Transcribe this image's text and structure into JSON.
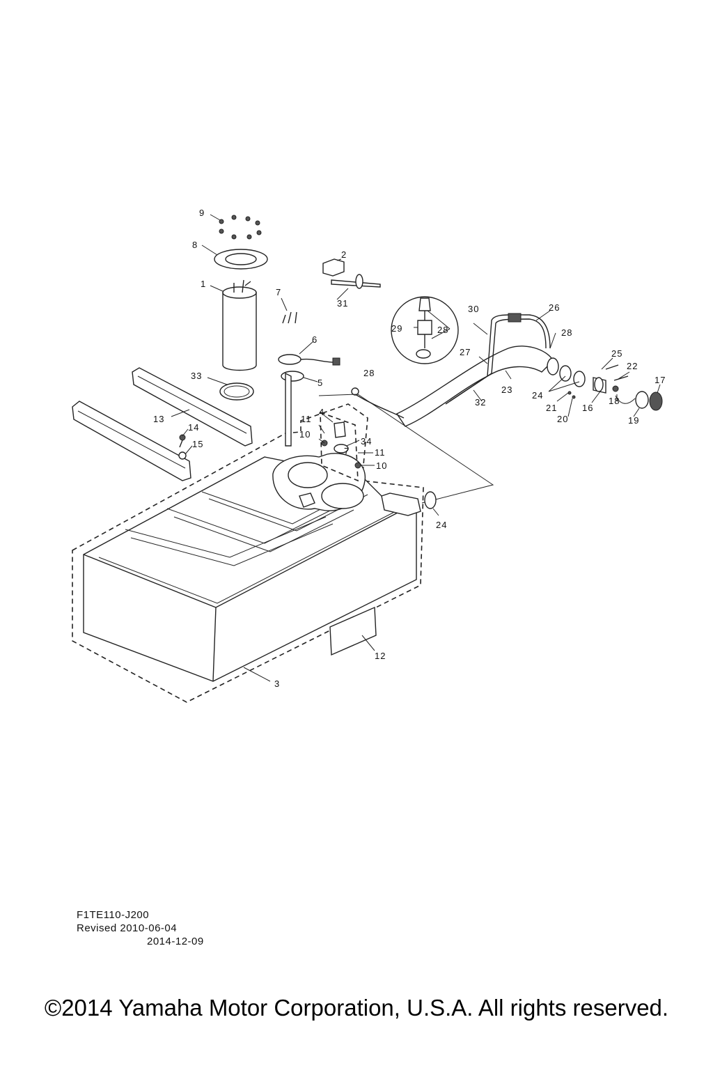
{
  "diagram": {
    "callouts": {
      "c1": "1",
      "c2": "2",
      "c3": "3",
      "c4": "4",
      "c5": "5",
      "c6": "6",
      "c7a": "7",
      "c7b": "7",
      "c8": "8",
      "c9": "9",
      "c10a": "10",
      "c10b": "10",
      "c11a": "11",
      "c11b": "11",
      "c12": "12",
      "c13": "13",
      "c14": "14",
      "c15": "15",
      "c16": "16",
      "c17": "17",
      "c18": "18",
      "c19": "19",
      "c20": "20",
      "c21": "21",
      "c22": "22",
      "c23": "23",
      "c24a": "24",
      "c24b": "24",
      "c25": "25",
      "c26": "26",
      "c27": "27",
      "c28a": "28",
      "c28b": "28",
      "c28c": "28",
      "c29": "29",
      "c30": "30",
      "c31": "31",
      "c32": "32",
      "c33": "33",
      "c34": "34"
    }
  },
  "footer": {
    "diagram_code": "F1TE110-J200",
    "revised_line": "Revised 2010-06-04",
    "revised_line_2": "2014-12-09",
    "copyright": "©2014 Yamaha Motor Corporation, U.S.A. All rights reserved."
  }
}
